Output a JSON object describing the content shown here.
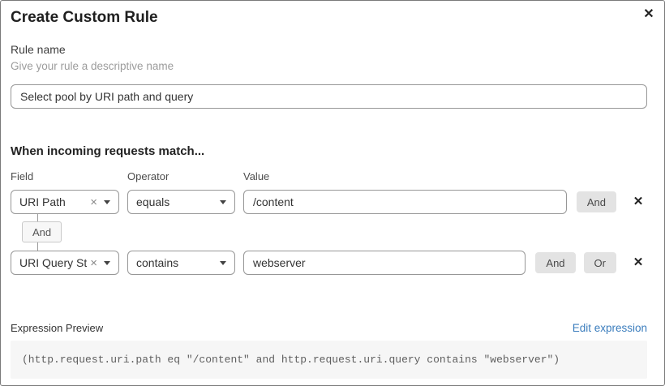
{
  "modal": {
    "title": "Create Custom Rule",
    "close_icon": "✕"
  },
  "rule_name": {
    "label": "Rule name",
    "helper": "Give your rule a descriptive name",
    "value": "Select pool by URI path and query"
  },
  "matcher": {
    "heading": "When incoming requests match...",
    "columns": {
      "field": "Field",
      "operator": "Operator",
      "value": "Value"
    },
    "rows": [
      {
        "field": "URI Path",
        "operator": "equals",
        "value": "/content",
        "and_label": "And"
      },
      {
        "field": "URI Query St...",
        "operator": "contains",
        "value": "webserver",
        "and_label": "And",
        "or_label": "Or"
      }
    ],
    "connector_label": "And",
    "clear_icon": "×",
    "remove_icon": "✕"
  },
  "expression": {
    "label": "Expression Preview",
    "edit_link": "Edit expression",
    "value": "(http.request.uri.path eq \"/content\" and http.request.uri.query contains \"webserver\")"
  },
  "colors": {
    "link_blue": "#3b7dbd",
    "button_gray": "#e3e3e3",
    "expression_bg": "#f6f6f6",
    "input_border": "#979797"
  }
}
